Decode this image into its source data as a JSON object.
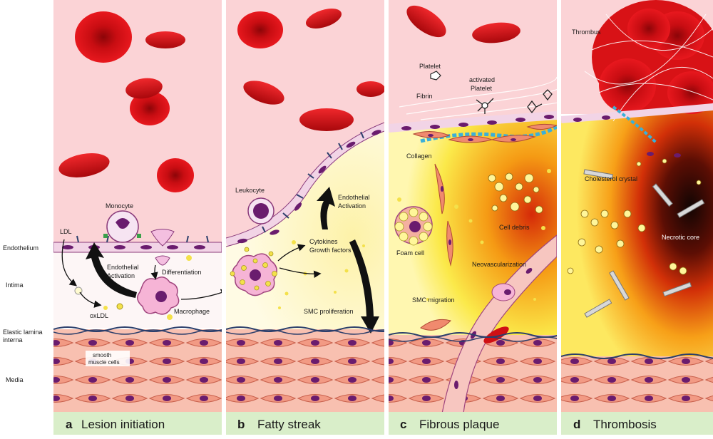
{
  "layer_labels": {
    "endothelium": "Endothelium",
    "intima": "Intima",
    "elastic_lamina_line1": "Elastic lamina",
    "elastic_lamina_line2": "interna",
    "media": "Media"
  },
  "panels": [
    {
      "letter": "a",
      "title": "Lesion initiation"
    },
    {
      "letter": "b",
      "title": "Fatty streak"
    },
    {
      "letter": "c",
      "title": "Fibrous plaque"
    },
    {
      "letter": "d",
      "title": "Thrombosis"
    }
  ],
  "labels_a": {
    "ldl": "LDL",
    "monocyte": "Monocyte",
    "endothelial_activation_line1": "Endothelial",
    "endothelial_activation_line2": "Activation",
    "differentiation": "Differentiation",
    "oxldl": "oxLDL",
    "macrophage": "Macrophage",
    "smooth_muscle_line1": "smooth",
    "smooth_muscle_line2": "muscle cells"
  },
  "labels_b": {
    "leukocyte": "Leukocyte",
    "endothelial_activation_line1": "Endothelial",
    "endothelial_activation_line2": "Activation",
    "cytokines": "Cytokines",
    "growth_factors": "Growth factors",
    "smc_proliferation": "SMC proliferation"
  },
  "labels_c": {
    "platelet": "Platelet",
    "fibrin": "Fibrin",
    "activated_platelet_line1": "activated",
    "activated_platelet_line2": "Platelet",
    "collagen": "Collagen",
    "cell_debris": "Cell debris",
    "foam_cell": "Foam cell",
    "neovascularization": "Neovascularization",
    "smc_migration": "SMC migration"
  },
  "labels_d": {
    "thrombus": "Thrombus",
    "cholesterol_crystal": "Cholesterol crystal",
    "necrotic_core": "Necrotic core"
  },
  "colors": {
    "lumen": "#fbd3d6",
    "rbc": "#e0141a",
    "endothelium": "#f2d4e6",
    "nucleus": "#6a1c6e",
    "smc": "#f4a38e",
    "lamina": "#2b3e6b",
    "caption_bg": "#d9eec9",
    "necrotic": "#1c0a05",
    "lipid": "#fff69a"
  }
}
